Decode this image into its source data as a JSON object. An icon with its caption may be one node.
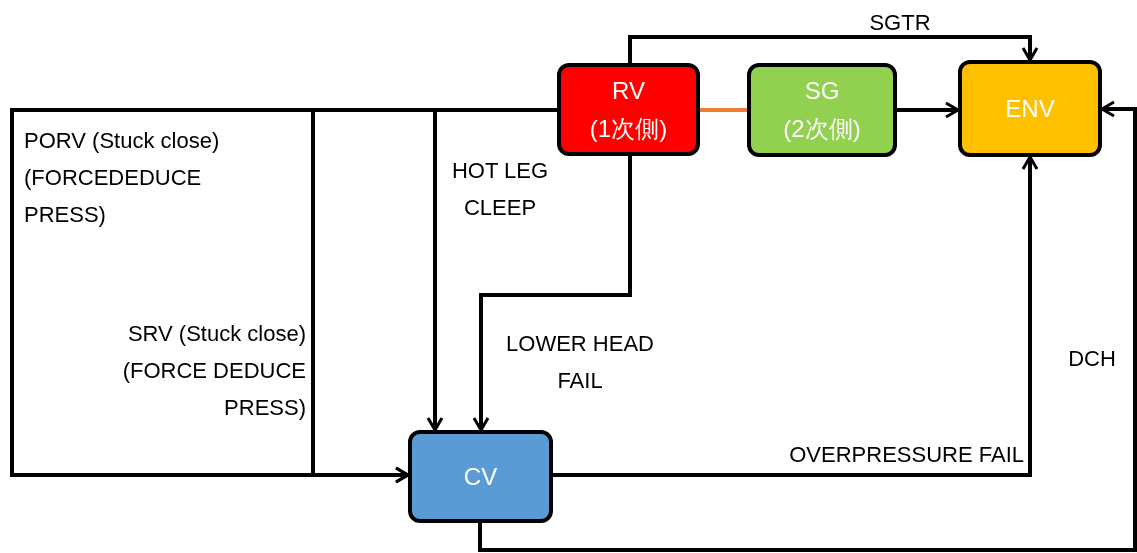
{
  "diagram": {
    "nodes": [
      {
        "text": [
          "RV",
          "(1次側)"
        ]
      },
      {
        "text": [
          "SG",
          "(2次側)"
        ]
      },
      {
        "text": [
          "ENV"
        ]
      },
      {
        "text": [
          "CV"
        ]
      }
    ],
    "edges": [
      {
        "from": 0,
        "to": 2,
        "arrow": "to",
        "label": "SGTR"
      },
      {
        "from": 0,
        "to": 1,
        "arrow": "none",
        "color": "#ed7d31"
      },
      {
        "from": 1,
        "to": 2,
        "arrow": "to"
      },
      {
        "from": 0,
        "to": 3,
        "arrow": "to",
        "label": "HOT LEG CLEEP"
      },
      {
        "from": 0,
        "to": 3,
        "arrow": "to",
        "label": "LOWER HEAD FAIL"
      },
      {
        "from": 0,
        "to": 3,
        "arrow": "to",
        "label": "PORV (Stuck close) (FORCEDEDUCE PRESS)"
      },
      {
        "from": 0,
        "to": 3,
        "arrow": "to",
        "label": "SRV (Stuck close) (FORCE DEDUCE PRESS)"
      },
      {
        "from": 3,
        "to": 2,
        "arrow": "to",
        "label": "OVERPRESSURE FAIL"
      },
      {
        "from": 3,
        "to": 2,
        "arrow": "to",
        "label": "DCH"
      }
    ]
  }
}
